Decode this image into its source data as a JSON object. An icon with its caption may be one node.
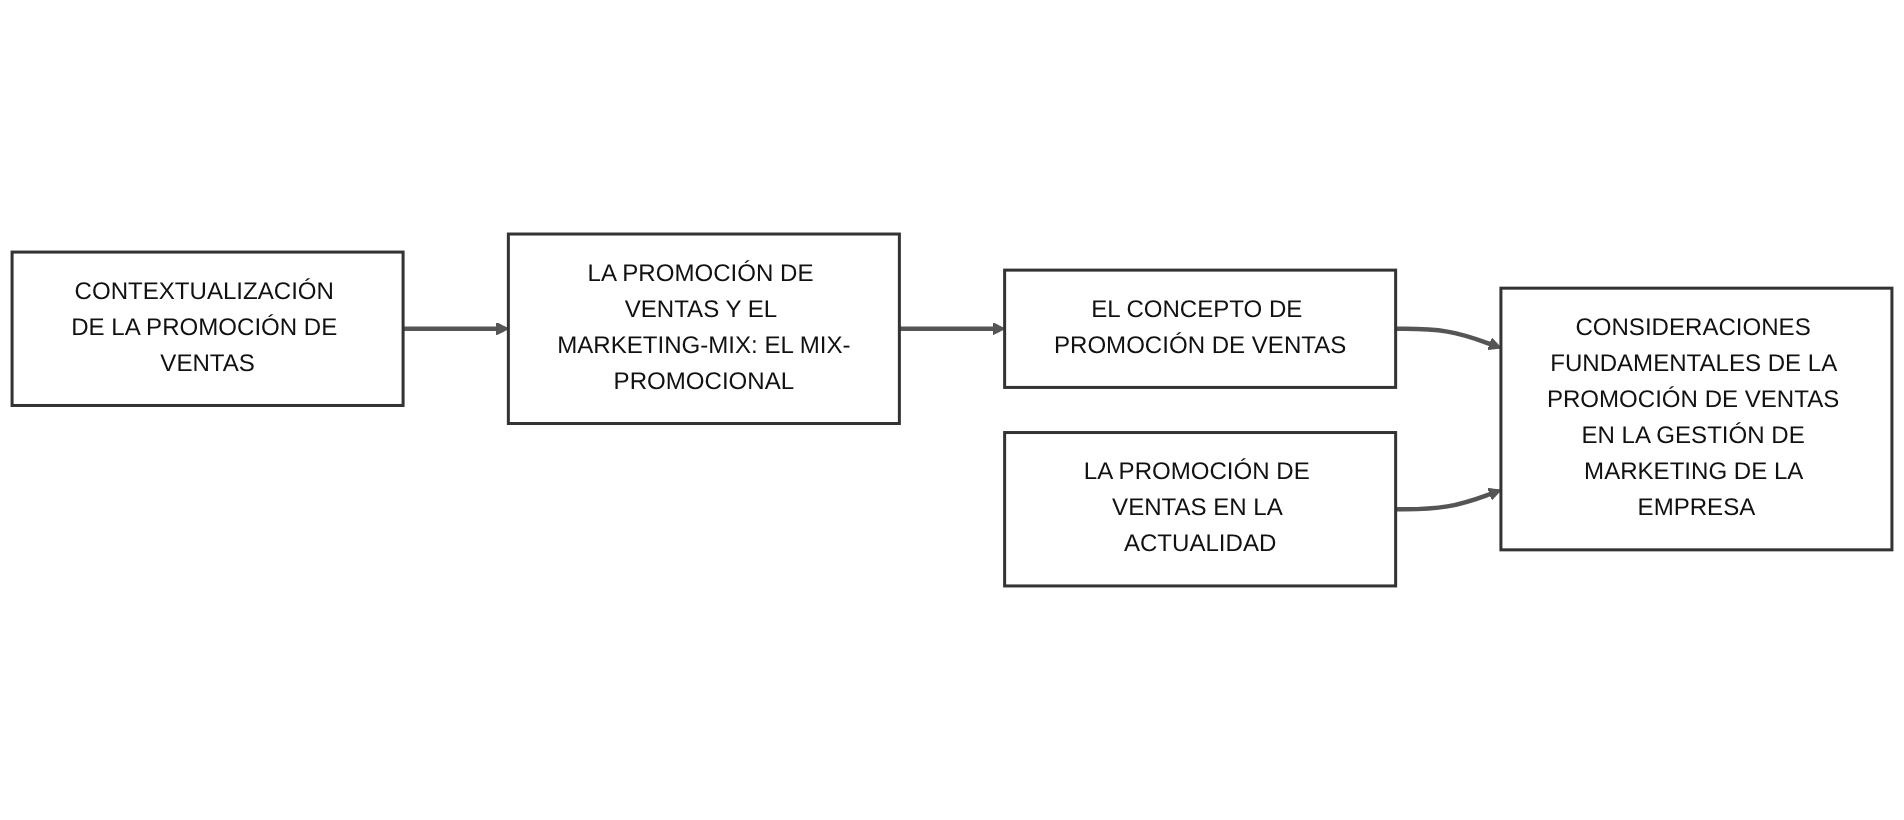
{
  "diagram": {
    "nodes": [
      {
        "text": [
          "CONTEXTUALIZACIÓN DE LA PROMOCIÓN DE VENTAS"
        ]
      },
      {
        "text": [
          "LA PROMOCIÓN DE VENTAS Y EL MARKETING-MIX: EL MIX-PROMOCIONAL"
        ]
      },
      {
        "text": [
          "EL CONCEPTO DE PROMOCIÓN DE VENTAS"
        ]
      },
      {
        "text": [
          "CONSIDERACIONES FUNDAMENTALES DE LA PROMOCIÓN DE VENTAS EN LA GESTIÓN DE MARKETING DE LA EMPRESA"
        ]
      },
      {
        "text": [
          "LA PROMOCIÓN DE VENTAS EN LA ACTUALIDAD"
        ]
      }
    ],
    "edges": [
      {
        "from": 0,
        "to": 1,
        "arrow": "to"
      },
      {
        "from": 1,
        "to": 2,
        "arrow": "to"
      },
      {
        "from": 2,
        "to": 3,
        "arrow": "to"
      },
      {
        "from": 4,
        "to": 3,
        "arrow": "to"
      }
    ]
  }
}
